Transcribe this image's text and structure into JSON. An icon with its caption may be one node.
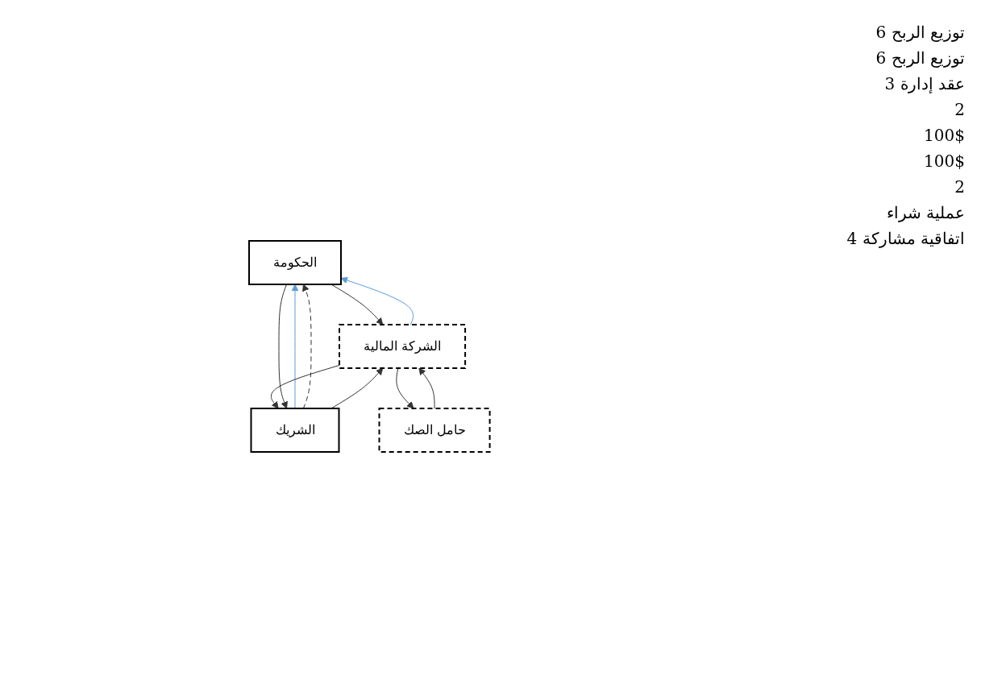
{
  "diagram": {
    "nodes": [
      {
        "text": [
          "الحكومة"
        ]
      },
      {
        "text": [
          "الشركة المالية"
        ]
      },
      {
        "text": [
          "الشريك"
        ]
      },
      {
        "text": [
          "حامل الصك"
        ]
      }
    ],
    "edges": [
      {
        "from": 1,
        "to": 0,
        "arrow": "to",
        "color": "#5b9bd5"
      },
      {
        "from": 2,
        "to": 0,
        "arrow": "to",
        "color": "#5b9bd5"
      },
      {
        "from": 2,
        "to": 0,
        "arrow": "to",
        "style": "dashed"
      },
      {
        "from": 1,
        "to": 2,
        "arrow": "to"
      },
      {
        "from": 2,
        "to": 1,
        "arrow": "to"
      },
      {
        "from": 1,
        "to": 3,
        "arrow": "to"
      },
      {
        "from": 3,
        "to": 1,
        "arrow": "to"
      },
      {
        "from": 0,
        "to": 1,
        "arrow": "to"
      },
      {
        "from": 0,
        "to": 2,
        "arrow": "to"
      }
    ],
    "labels": [
      "توزيع الربح 6",
      "توزيع الربح 6",
      "عقد إدارة 3",
      "2",
      "100$",
      "100$",
      "2",
      "عملية شراء",
      "اتفاقية مشاركة 4"
    ]
  }
}
